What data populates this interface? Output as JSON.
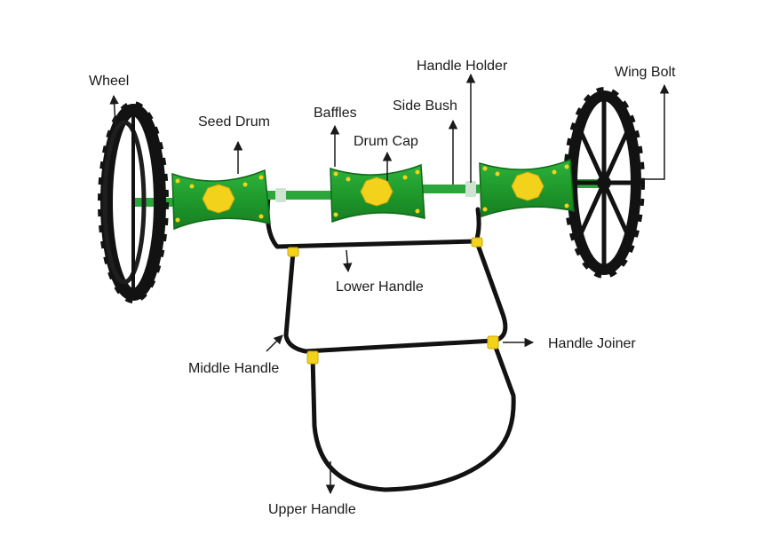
{
  "labels": {
    "wheel": "Wheel",
    "seed_drum": "Seed Drum",
    "baffles": "Baffles",
    "drum_cap": "Drum Cap",
    "side_bush": "Side Bush",
    "handle_holder": "Handle Holder",
    "wing_bolt": "Wing Bolt",
    "lower_handle": "Lower Handle",
    "handle_joiner": "Handle Joiner",
    "middle_handle": "Middle Handle",
    "upper_handle": "Upper Handle"
  },
  "colors": {
    "drum_green": "#1f9a2c",
    "drum_dark": "#157a20",
    "cap_yellow": "#f2d21b",
    "frame_black": "#121212",
    "axle_green": "#2aa63a"
  }
}
